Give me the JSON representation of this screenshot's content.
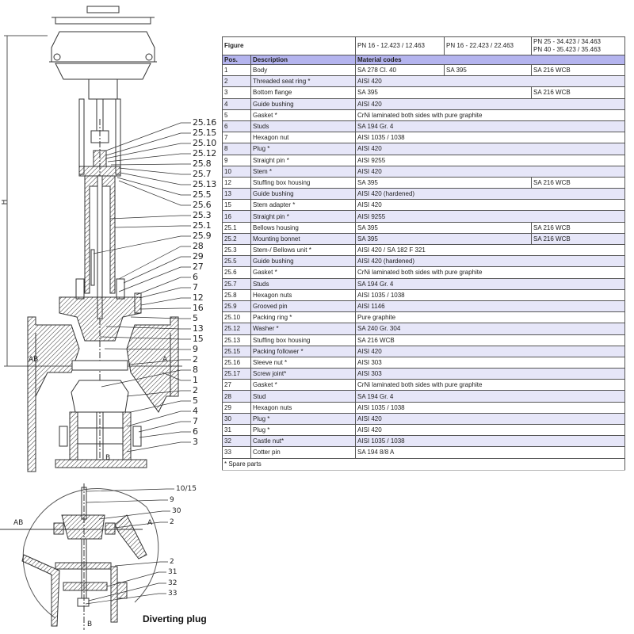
{
  "drawing": {
    "dimension_label": "H",
    "flow_labels": {
      "ab": "AB",
      "a": "A",
      "b": "B"
    },
    "callouts": [
      "25.16",
      "25.15",
      "25.10",
      "25.12",
      "25.8",
      "25.7",
      "25.13",
      "25.5",
      "25.6",
      "25.3",
      "25.1",
      "25.9",
      "28",
      "29",
      "27",
      "6",
      "7",
      "12",
      "16",
      "5",
      "13",
      "15",
      "9",
      "2",
      "8",
      "1",
      "2",
      "5",
      "4",
      "7",
      "6",
      "3"
    ],
    "detail": {
      "title": "Diverting plug",
      "callouts": [
        "10/15",
        "9",
        "30",
        "2",
        "2",
        "31",
        "32",
        "33"
      ],
      "flow_labels": {
        "ab": "AB",
        "a": "A",
        "b": "B"
      }
    }
  },
  "table": {
    "figure_label": "Figure",
    "figures": [
      "PN 16 - 12.423 / 12.463",
      "PN 16 - 22.423 / 22.463",
      "PN 25 - 34.423 / 34.463",
      "PN 40 - 35.423 / 35.463"
    ],
    "headers": {
      "pos": "Pos.",
      "description": "Description",
      "material": "Material codes"
    },
    "rows": [
      {
        "pos": "1",
        "desc": "Body",
        "m": [
          "SA 278 Cl. 40",
          "SA 395",
          "SA 216 WCB"
        ]
      },
      {
        "pos": "2",
        "desc": "Threaded seat ring *",
        "m": [
          "AISI 420"
        ]
      },
      {
        "pos": "3",
        "desc": "Bottom flange",
        "m": [
          "SA 395",
          "",
          "SA 216 WCB"
        ],
        "span2": true
      },
      {
        "pos": "4",
        "desc": "Guide bushing",
        "m": [
          "AISI 420"
        ]
      },
      {
        "pos": "5",
        "desc": "Gasket *",
        "m": [
          "CrNi laminated both sides with pure graphite"
        ]
      },
      {
        "pos": "6",
        "desc": "Studs",
        "m": [
          "SA 194 Gr. 4"
        ]
      },
      {
        "pos": "7",
        "desc": "Hexagon nut",
        "m": [
          "AISI 1035 / 1038"
        ]
      },
      {
        "pos": "8",
        "desc": "Plug *",
        "m": [
          "AISI 420"
        ]
      },
      {
        "pos": "9",
        "desc": "Straight pin *",
        "m": [
          "AISI 9255"
        ]
      },
      {
        "pos": "10",
        "desc": "Stem *",
        "m": [
          "AISI 420"
        ]
      },
      {
        "pos": "12",
        "desc": "Stuffing box housing",
        "m": [
          "SA 395",
          "",
          "SA 216 WCB"
        ],
        "span2": true
      },
      {
        "pos": "13",
        "desc": "Guide bushing",
        "m": [
          "AISI 420 (hardened)"
        ]
      },
      {
        "pos": "15",
        "desc": "Stem adapter *",
        "m": [
          "AISI 420"
        ]
      },
      {
        "pos": "16",
        "desc": "Straight pin *",
        "m": [
          "AISI 9255"
        ]
      },
      {
        "pos": "25.1",
        "desc": "Bellows housing",
        "m": [
          "SA 395",
          "",
          "SA 216 WCB"
        ],
        "span2": true
      },
      {
        "pos": "25.2",
        "desc": "Mounting bonnet",
        "m": [
          "SA 395",
          "",
          "SA 216 WCB"
        ],
        "span2": true
      },
      {
        "pos": "25.3",
        "desc": "Stem-/ Bellows unit *",
        "m": [
          "AISI 420 / SA 182 F 321"
        ]
      },
      {
        "pos": "25.5",
        "desc": "Guide bushing",
        "m": [
          "AISI 420    (hardened)"
        ]
      },
      {
        "pos": "25.6",
        "desc": "Gasket *",
        "m": [
          "CrNi laminated both sides with pure graphite"
        ]
      },
      {
        "pos": "25.7",
        "desc": "Studs",
        "m": [
          "SA 194 Gr. 4"
        ]
      },
      {
        "pos": "25.8",
        "desc": "Hexagon nuts",
        "m": [
          "AISI 1035 / 1038"
        ]
      },
      {
        "pos": "25.9",
        "desc": "Grooved pin",
        "m": [
          "AISI 1146"
        ]
      },
      {
        "pos": "25.10",
        "desc": "Packing ring *",
        "m": [
          "Pure graphite"
        ]
      },
      {
        "pos": "25.12",
        "desc": "Washer *",
        "m": [
          "SA 240 Gr. 304"
        ]
      },
      {
        "pos": "25.13",
        "desc": "Stuffing box housing",
        "m": [
          "SA 216 WCB"
        ]
      },
      {
        "pos": "25.15",
        "desc": "Packing follower *",
        "m": [
          "AISI 420"
        ]
      },
      {
        "pos": "25.16",
        "desc": "Sleeve nut *",
        "m": [
          "AISI 303"
        ]
      },
      {
        "pos": "25.17",
        "desc": "Screw joint*",
        "m": [
          "AISI 303"
        ]
      },
      {
        "pos": "27",
        "desc": "Gasket *",
        "m": [
          "CrNi laminated both sides with pure graphite"
        ]
      },
      {
        "pos": "28",
        "desc": "Stud",
        "m": [
          "SA 194 Gr. 4"
        ]
      },
      {
        "pos": "29",
        "desc": "Hexagon nuts",
        "m": [
          "AISI 1035 / 1038"
        ]
      },
      {
        "pos": "30",
        "desc": "Plug *",
        "m": [
          "AISI 420"
        ]
      },
      {
        "pos": "31",
        "desc": "Plug *",
        "m": [
          "AISI 420"
        ]
      },
      {
        "pos": "32",
        "desc": "Castle nut*",
        "m": [
          "AISI 1035 / 1038"
        ]
      },
      {
        "pos": "33",
        "desc": "Cotter pin",
        "m": [
          "SA 194 8/8 A"
        ]
      }
    ],
    "footnote": "* Spare parts"
  },
  "colors": {
    "header_bg": "#b4b4ee",
    "alt_row_bg": "#e6e6f8",
    "border": "#555555"
  }
}
